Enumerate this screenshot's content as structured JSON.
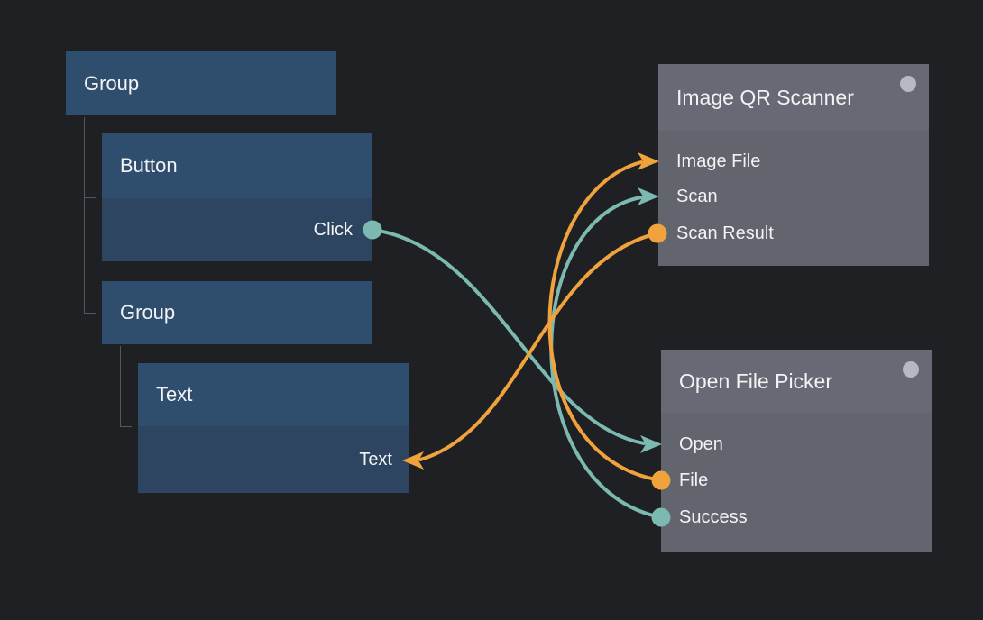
{
  "app": {
    "view": "node-graph-editor"
  },
  "colors": {
    "teal": "#7CB9B0",
    "orange": "#F0A33C",
    "box_header_blue": "#2F4D6D",
    "box_body_blue": "#2D4560",
    "node_header_gray": "#676A74",
    "node_body_gray": "#62646E",
    "node_dot": "#B6B9BF",
    "background": "#1F2023",
    "tree_line": "#54575B"
  },
  "tree": {
    "group1": {
      "title": "Group"
    },
    "button": {
      "title": "Button",
      "ports": [
        {
          "label": "Click",
          "type": "output",
          "marker": "circle",
          "color": "teal"
        }
      ]
    },
    "group2": {
      "title": "Group"
    },
    "textbox": {
      "title": "Text",
      "ports": [
        {
          "label": "Text",
          "type": "input",
          "marker": "arrow-left",
          "color": "orange"
        }
      ]
    }
  },
  "nodes": [
    {
      "title": "Image QR Scanner",
      "ports": [
        {
          "label": "Image File",
          "type": "input",
          "marker": "arrow",
          "color": "orange"
        },
        {
          "label": "Scan",
          "type": "input",
          "marker": "arrow",
          "color": "teal"
        },
        {
          "label": "Scan Result",
          "type": "output",
          "marker": "circle",
          "color": "orange"
        }
      ]
    },
    {
      "title": "Open File Picker",
      "ports": [
        {
          "label": "Open",
          "type": "input",
          "marker": "arrow",
          "color": "teal"
        },
        {
          "label": "File",
          "type": "output",
          "marker": "circle",
          "color": "orange"
        },
        {
          "label": "Success",
          "type": "output",
          "marker": "circle",
          "color": "teal"
        }
      ]
    }
  ],
  "connections": [
    {
      "from": "Button.Click",
      "to": "Open File Picker.Open",
      "color": "teal"
    },
    {
      "from": "Open File Picker.Success",
      "to": "Image QR Scanner.Scan",
      "color": "teal"
    },
    {
      "from": "Open File Picker.File",
      "to": "Image QR Scanner.Image File",
      "color": "orange"
    },
    {
      "from": "Image QR Scanner.Scan Result",
      "to": "Text.Text",
      "color": "orange"
    }
  ]
}
